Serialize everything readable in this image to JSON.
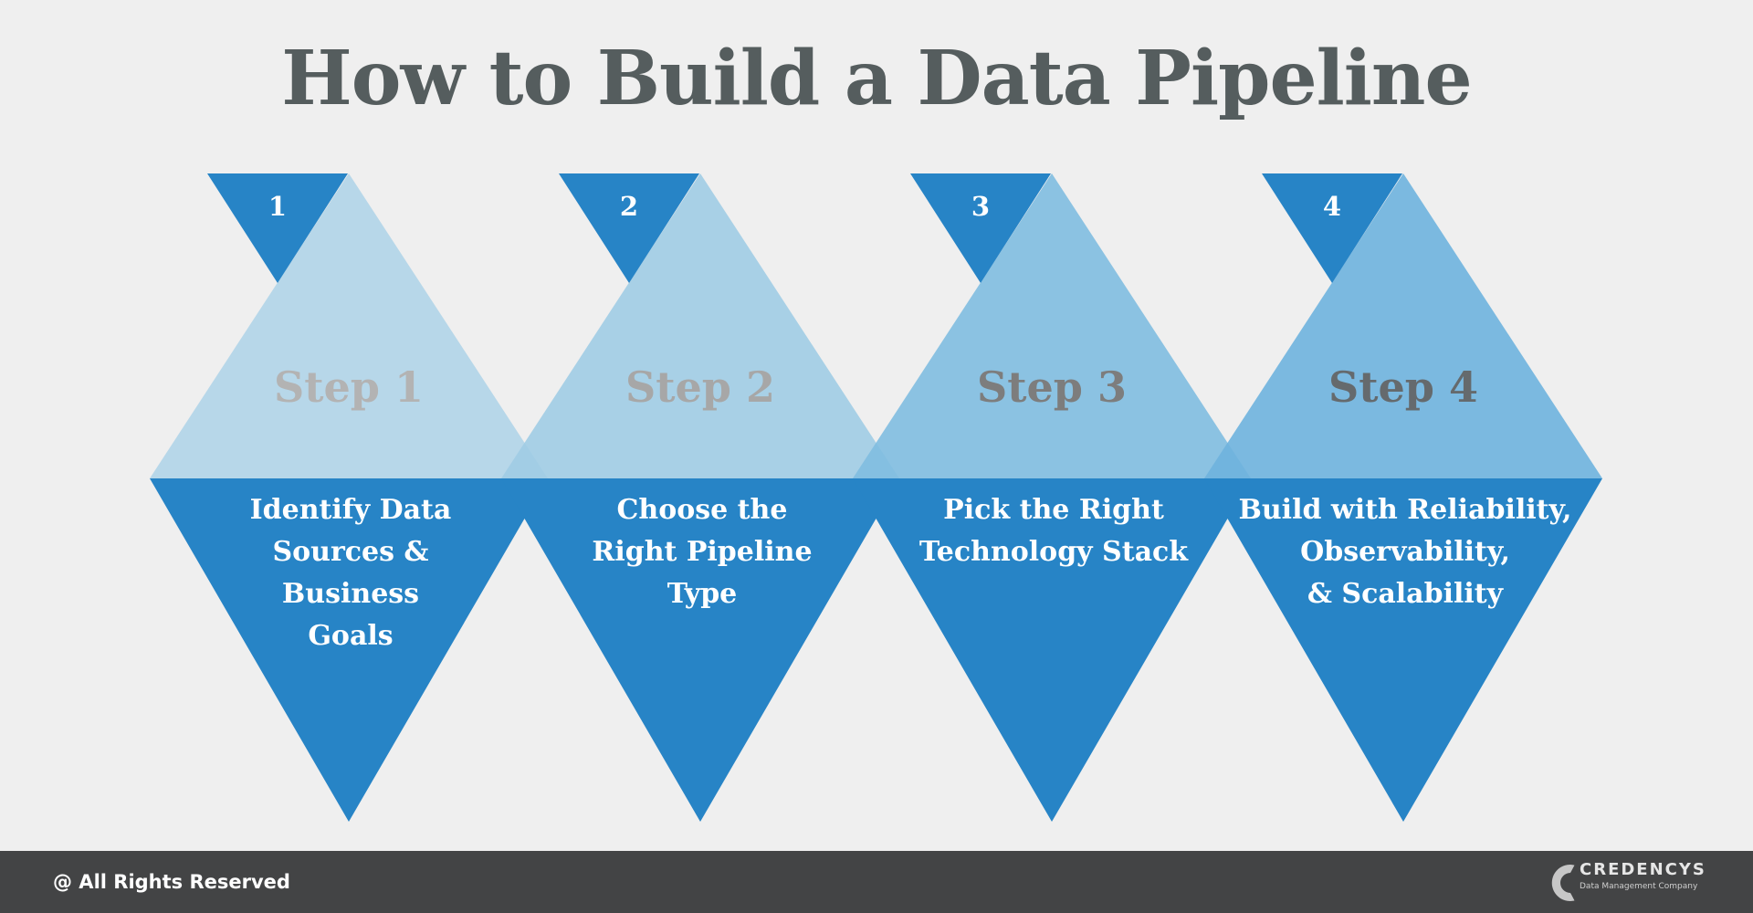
{
  "title": "How to Build a Data Pipeline",
  "colors": {
    "background": "#efefef",
    "dark_blue": "#2784c6",
    "title": "#555d5e",
    "footer": "#434445"
  },
  "steps": [
    {
      "number": "1",
      "label": "Step 1",
      "description": [
        "Identify Data",
        "Sources &",
        "Business",
        "Goals"
      ],
      "upper_color": "#b0d4e8",
      "label_color": "#b3b3b3"
    },
    {
      "number": "2",
      "label": "Step 2",
      "description": [
        "Choose the",
        "Right Pipeline",
        "Type"
      ],
      "upper_color": "#a0cce4",
      "label_color": "#a7a7a7"
    },
    {
      "number": "3",
      "label": "Step 3",
      "description": [
        "Pick the Right",
        "Technology Stack"
      ],
      "upper_color": "#7fbde0",
      "label_color": "#7d7d7d"
    },
    {
      "number": "4",
      "label": "Step 4",
      "description": [
        "Build with Reliability,",
        "Observability,",
        "& Scalability"
      ],
      "upper_color": "#6eb3de",
      "label_color": "#656a6d"
    }
  ],
  "footer": {
    "rights": "@ All Rights Reserved",
    "brand": "CREDENCYS",
    "tagline": "Data Management Company"
  }
}
